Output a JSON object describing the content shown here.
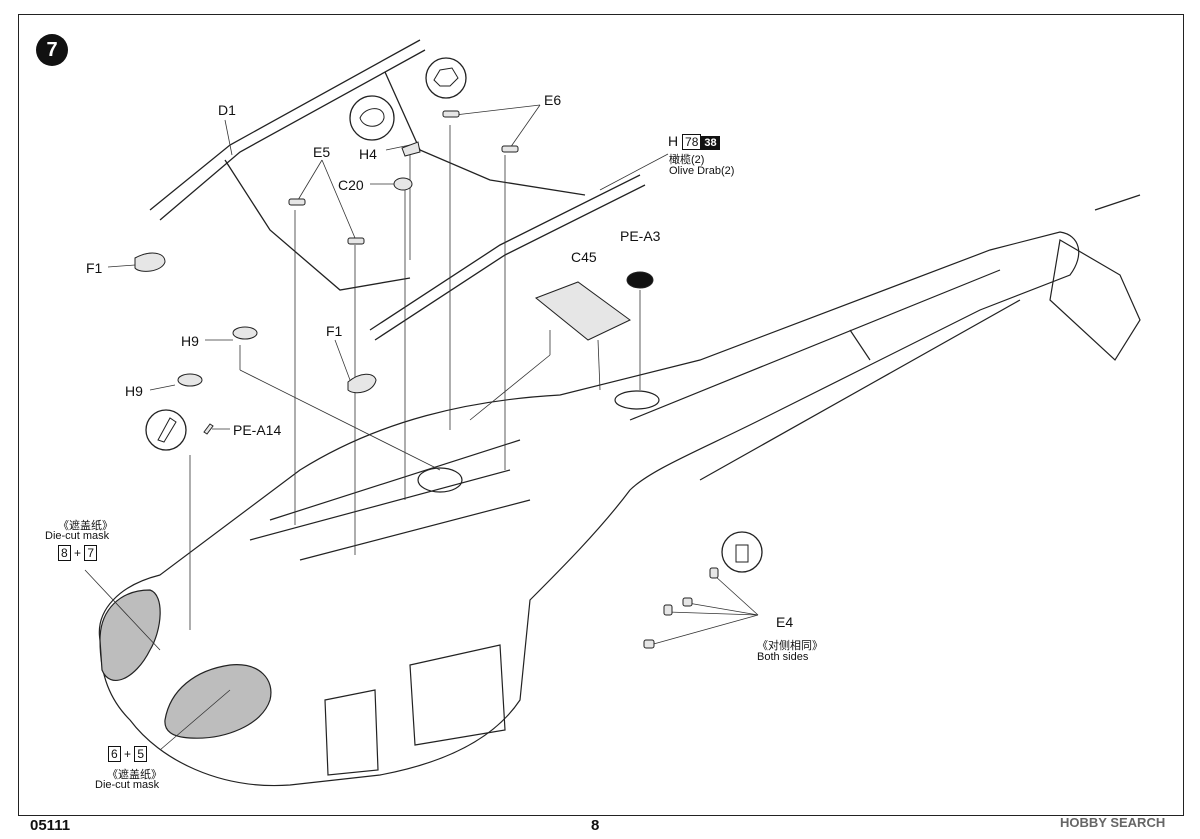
{
  "step": "7",
  "parts": {
    "d1": "D1",
    "e6": "E6",
    "h4": "H4",
    "e5": "E5",
    "c20": "C20",
    "f1_left": "F1",
    "f1_mid": "F1",
    "h9_top": "H9",
    "h9_low": "H9",
    "pe_a14": "PE-A14",
    "c45": "C45",
    "pe_a3": "PE-A3",
    "e4": "E4"
  },
  "paint": {
    "letter": "H",
    "code1": "78",
    "code2": "38",
    "name_cn": "橄榄(2)",
    "name_en": "Olive Drab(2)"
  },
  "masks": {
    "top": {
      "cn": "《遮盖纸》",
      "en": "Die-cut mask",
      "a": "8",
      "plus": "+",
      "b": "7"
    },
    "bottom": {
      "cn": "《遮盖纸》",
      "en": "Die-cut mask",
      "a": "6",
      "plus": "+",
      "b": "5"
    }
  },
  "e4_note": {
    "cn": "《对侧相同》",
    "en": "Both sides"
  },
  "footer": {
    "code": "05111",
    "page": "8"
  },
  "watermark": "HOBBY SEARCH"
}
